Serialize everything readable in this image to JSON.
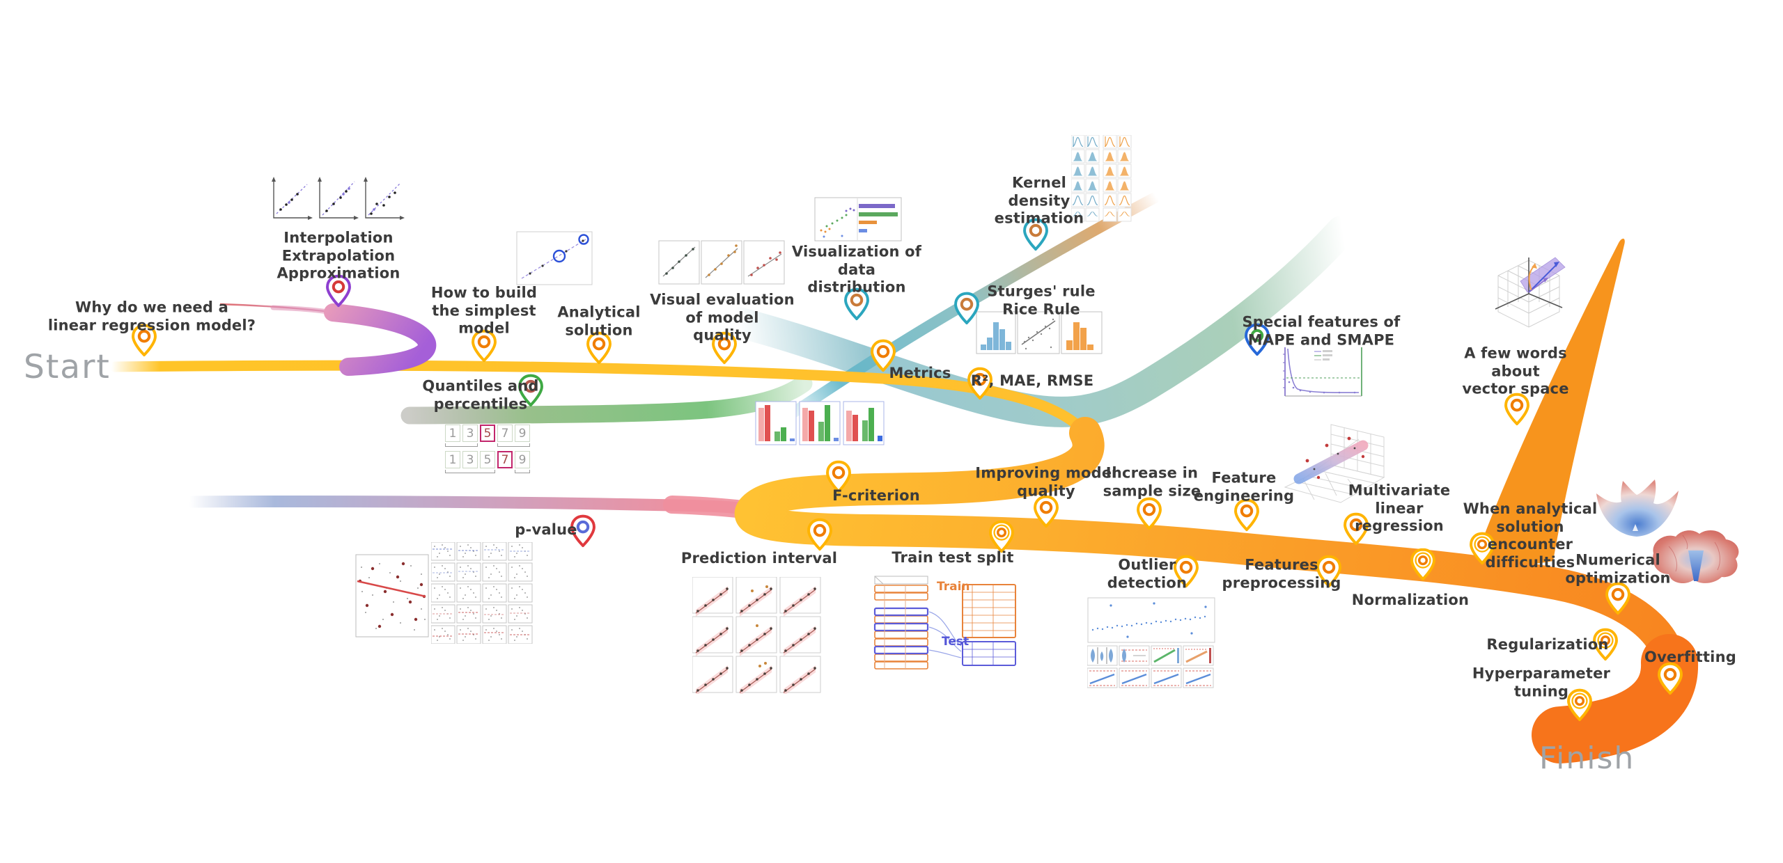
{
  "journey": {
    "start_label": "Start",
    "finish_label": "Finish",
    "endpoint_color": "#9fa3a7"
  },
  "pin_colors": {
    "yellow": {
      "outer": "#FFB400",
      "inner": "#F07D00"
    },
    "purple": {
      "outer": "#8E3FD0",
      "inner": "#D63A3A"
    },
    "green": {
      "outer": "#3FA944",
      "inner": "#B55A4E"
    },
    "teal": {
      "outer": "#2BA6BE",
      "inner": "#C97B3A"
    },
    "blue": {
      "outer": "#2668D9",
      "inner": "#3FA944"
    },
    "red": {
      "outer": "#E0393E",
      "inner": "#5A6BD8"
    }
  },
  "path_colors": {
    "main_yellow": "#FFC428",
    "main_orange": "#F8821F",
    "finish_orange": "#F7741B",
    "purple_branch": "#A55FD8",
    "pink_branch": "#F08F9D",
    "green_branch": "#7CC47F",
    "teal_branch": "#5FB5C9",
    "sage_branch": "#8FC2C0"
  },
  "nodes": [
    {
      "label": "Why do we need a\nlinear regression model?"
    },
    {
      "label": "Interpolation\nExtrapolation\nApproximation"
    },
    {
      "label": "How to build\nthe simplest\nmodel"
    },
    {
      "label": "Analytical\nsolution"
    },
    {
      "label": "Visual evaluation\nof model\nquality"
    },
    {
      "label": "Visualization of\ndata\ndistribution"
    },
    {
      "label": "Kernel\ndensity\nestimation"
    },
    {
      "label": "Sturges' rule\nRice Rule"
    },
    {
      "label": "Quantiles and\npercentiles"
    },
    {
      "label": "Metrics"
    },
    {
      "label": "R², MAE, RMSE"
    },
    {
      "label": "p-value"
    },
    {
      "label": "F-criterion"
    },
    {
      "label": "Prediction interval"
    },
    {
      "label": "Train test split"
    },
    {
      "label": "Improving model\nquality"
    },
    {
      "label": "Increase in\nsample size"
    },
    {
      "label": "Feature\nengineering"
    },
    {
      "label": "Outlier\ndetection"
    },
    {
      "label": "Features\npreprocessing"
    },
    {
      "label": "Normalization"
    },
    {
      "label": "Multivariate\nlinear\nregression"
    },
    {
      "label": "Special features of\nMAPE and SMAPE"
    },
    {
      "label": "A few words\nabout\nvector space"
    },
    {
      "label": "When analytical\nsolution\nencounter\ndifficulties"
    },
    {
      "label": "Numerical\noptimization"
    },
    {
      "label": "Regularization"
    },
    {
      "label": "Overfitting"
    },
    {
      "label": "Hyperparameter\ntuning"
    }
  ],
  "thumbnails": {
    "train_test": {
      "train_label": "Train",
      "test_label": "Test"
    },
    "quantiles": {
      "row1": [
        "1",
        "3",
        "5",
        "7",
        "9"
      ],
      "row1_highlight": "5",
      "row2": [
        "1",
        "3",
        "5",
        "7",
        "9"
      ],
      "row2_highlight": "7"
    }
  }
}
